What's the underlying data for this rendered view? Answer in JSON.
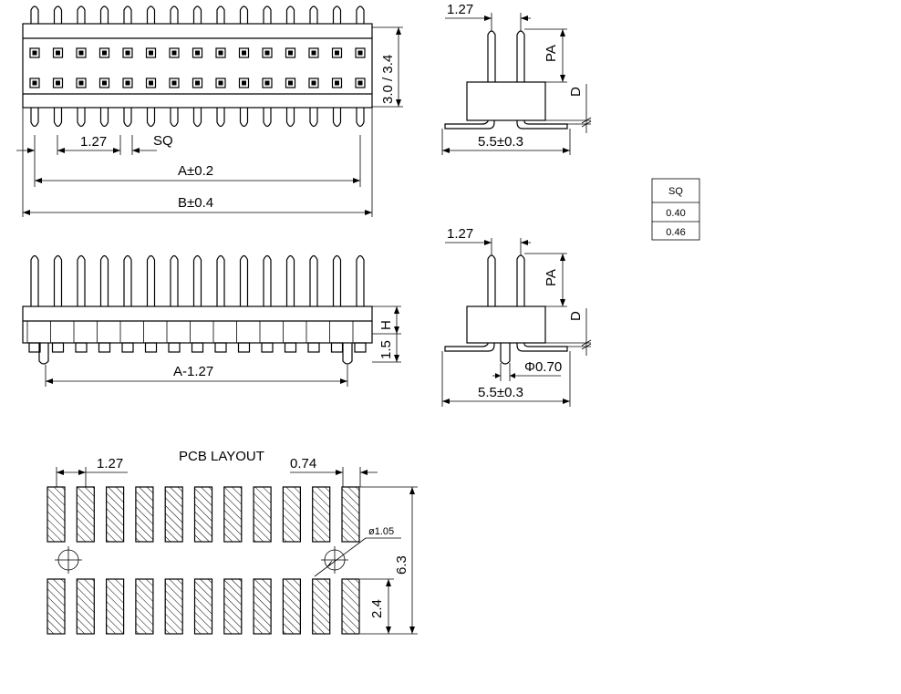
{
  "top_view": {
    "pitch_label": "1.27",
    "sq_label": "SQ",
    "dim_a_label": "A±0.2",
    "dim_b_label": "B±0.4",
    "height_label": "3.0 / 3.4",
    "pin_count_per_row": 15
  },
  "side_view_top": {
    "pitch_label": "1.27",
    "pa_label": "PA",
    "d_label": "D",
    "width_label": "5.5±0.3"
  },
  "front_view": {
    "h_label": "H",
    "height_label": "1.5",
    "length_label": "A-1.27"
  },
  "side_view_bottom": {
    "pitch_label": "1.27",
    "pa_label": "PA",
    "d_label": "D",
    "post_label": "Φ0.70",
    "width_label": "5.5±0.3"
  },
  "sq_table": {
    "header": "SQ",
    "rows": [
      "0.40",
      "0.46"
    ]
  },
  "pcb_layout": {
    "title": "PCB LAYOUT",
    "pitch_label": "1.27",
    "pad_width_label": "0.74",
    "hole_label": "ø1.05",
    "height_label": "6.3",
    "pad_length_label": "2.4",
    "pads_per_row": 11
  }
}
